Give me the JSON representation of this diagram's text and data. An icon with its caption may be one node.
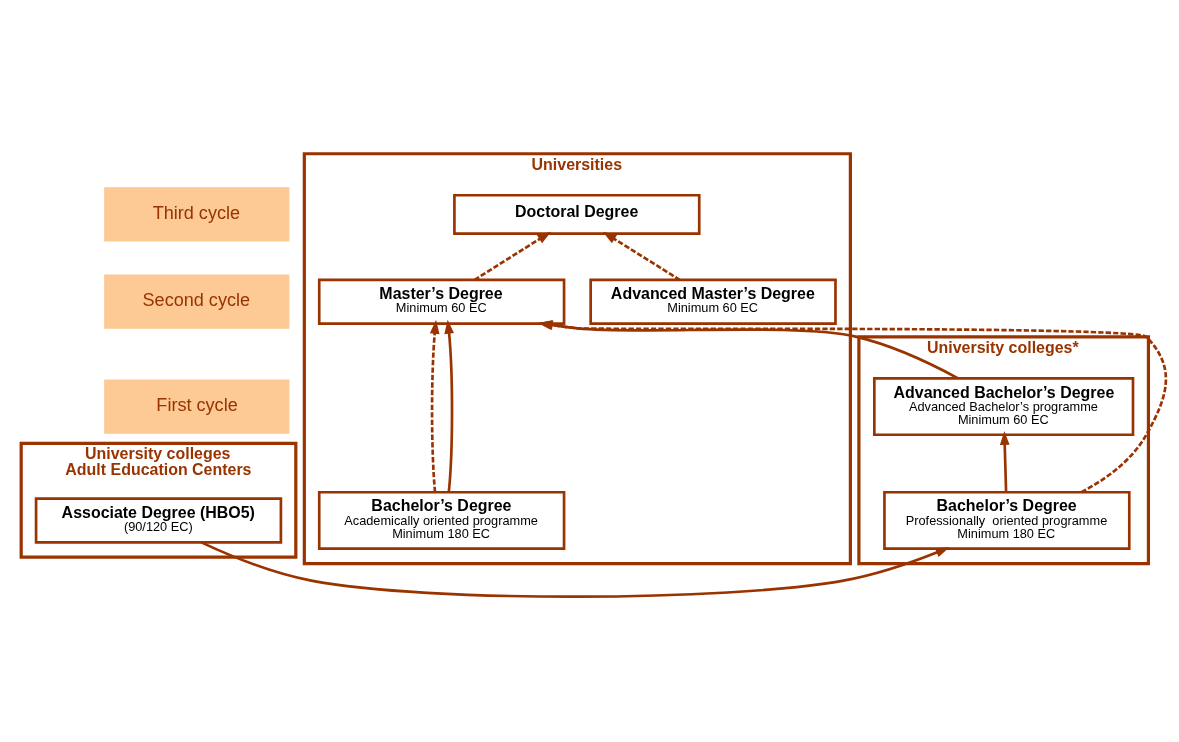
{
  "diagram": {
    "nodes": [
      {
        "text": [
          "Third cycle"
        ]
      },
      {
        "text": [
          "Second cycle"
        ]
      },
      {
        "text": [
          "First cycle"
        ]
      },
      {
        "text": [
          "University colleges",
          "Adult Education Centers"
        ]
      },
      {
        "text": [
          "Associate Degree (HBO5)",
          "(90/120 EC)"
        ],
        "in": 3
      },
      {
        "text": [
          "University colleges*"
        ]
      },
      {
        "text": [
          "Advanced Bachelor’s Degree",
          "Advanced Bachelor’s programme",
          "Minimum 60 EC"
        ],
        "in": 5
      },
      {
        "text": [
          "Bachelor’s Degree",
          "Professionally  oriented programme",
          "Minimum 180 EC"
        ],
        "in": 5
      },
      {
        "text": [
          "Universities"
        ]
      },
      {
        "text": [
          "Doctoral Degree"
        ],
        "in": 8
      },
      {
        "text": [
          "Advanced Master’s Degree",
          "Minimum 60 EC"
        ],
        "in": 8
      },
      {
        "text": [
          "Master’s Degree",
          "Minimum 60 EC"
        ],
        "in": 8
      },
      {
        "text": [
          "Bachelor’s Degree",
          "Academically oriented programme",
          "Minimum 180 EC"
        ],
        "in": 8
      }
    ],
    "edges": [
      {
        "from": 4,
        "to": 7,
        "arrow": "to"
      },
      {
        "from": 7,
        "to": 6,
        "arrow": "to"
      },
      {
        "from": 6,
        "to": 11,
        "arrow": "to"
      },
      {
        "from": 7,
        "to": 11,
        "arrow": "to",
        "style": "dashed"
      },
      {
        "from": 12,
        "to": 11,
        "arrow": "to",
        "style": "dashed"
      },
      {
        "from": 12,
        "to": 11,
        "arrow": "to"
      },
      {
        "from": 11,
        "to": 9,
        "arrow": "to",
        "style": "dashed"
      },
      {
        "from": 10,
        "to": 9,
        "arrow": "to",
        "style": "dashed"
      }
    ]
  }
}
